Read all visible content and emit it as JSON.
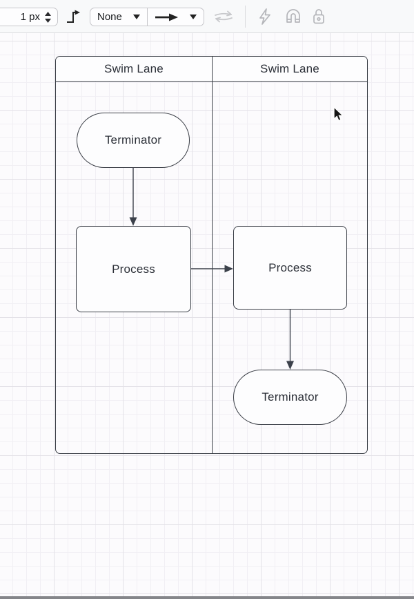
{
  "toolbar": {
    "stroke_width": {
      "value": "1 px",
      "control": "stepper-up-down"
    },
    "waypoints_button": {
      "icon": "elbow-connector-icon"
    },
    "line_style_select": {
      "value": "None",
      "icon": "caret-down-icon"
    },
    "arrow_end_select": {
      "value": "arrow-right",
      "icon": "arrow-right-icon"
    },
    "buttons": [
      {
        "name": "reverse-connection",
        "icon": "exchange-arrows-icon",
        "disabled": true
      },
      {
        "name": "connection-arrows",
        "icon": "lightning-icon",
        "disabled": true
      },
      {
        "name": "connection-points",
        "icon": "magnet-icon",
        "disabled": true
      },
      {
        "name": "lock-unlock",
        "icon": "lock-icon",
        "disabled": true
      }
    ]
  },
  "canvas": {
    "pool": {
      "lanes": [
        {
          "title": "Swim Lane"
        },
        {
          "title": "Swim Lane"
        }
      ]
    },
    "nodes": [
      {
        "id": "terminator-1",
        "type": "terminator",
        "label": "Terminator",
        "lane": 0
      },
      {
        "id": "process-1",
        "type": "process",
        "label": "Process",
        "lane": 0
      },
      {
        "id": "process-2",
        "type": "process",
        "label": "Process",
        "lane": 1
      },
      {
        "id": "terminator-2",
        "type": "terminator",
        "label": "Terminator",
        "lane": 1
      }
    ],
    "edges": [
      {
        "from": "terminator-1",
        "to": "process-1",
        "direction": "down",
        "arrowhead": "filled-triangle"
      },
      {
        "from": "process-1",
        "to": "process-2",
        "direction": "right",
        "arrowhead": "filled-triangle"
      },
      {
        "from": "process-2",
        "to": "terminator-2",
        "direction": "down",
        "arrowhead": "filled-triangle"
      }
    ],
    "cursor": "arrow-pointer"
  },
  "colors": {
    "toolbar_bg": "#f8f9fa",
    "canvas_bg": "#fcfbfd",
    "grid_minor": "#f1eff4",
    "grid_major": "#e3e1e7",
    "shape_stroke": "#383c44",
    "shape_fill": "#fdfdfe",
    "text": "#2c3038",
    "disabled_icon": "#b5b6ba",
    "bottom_bar": "#85868a"
  }
}
